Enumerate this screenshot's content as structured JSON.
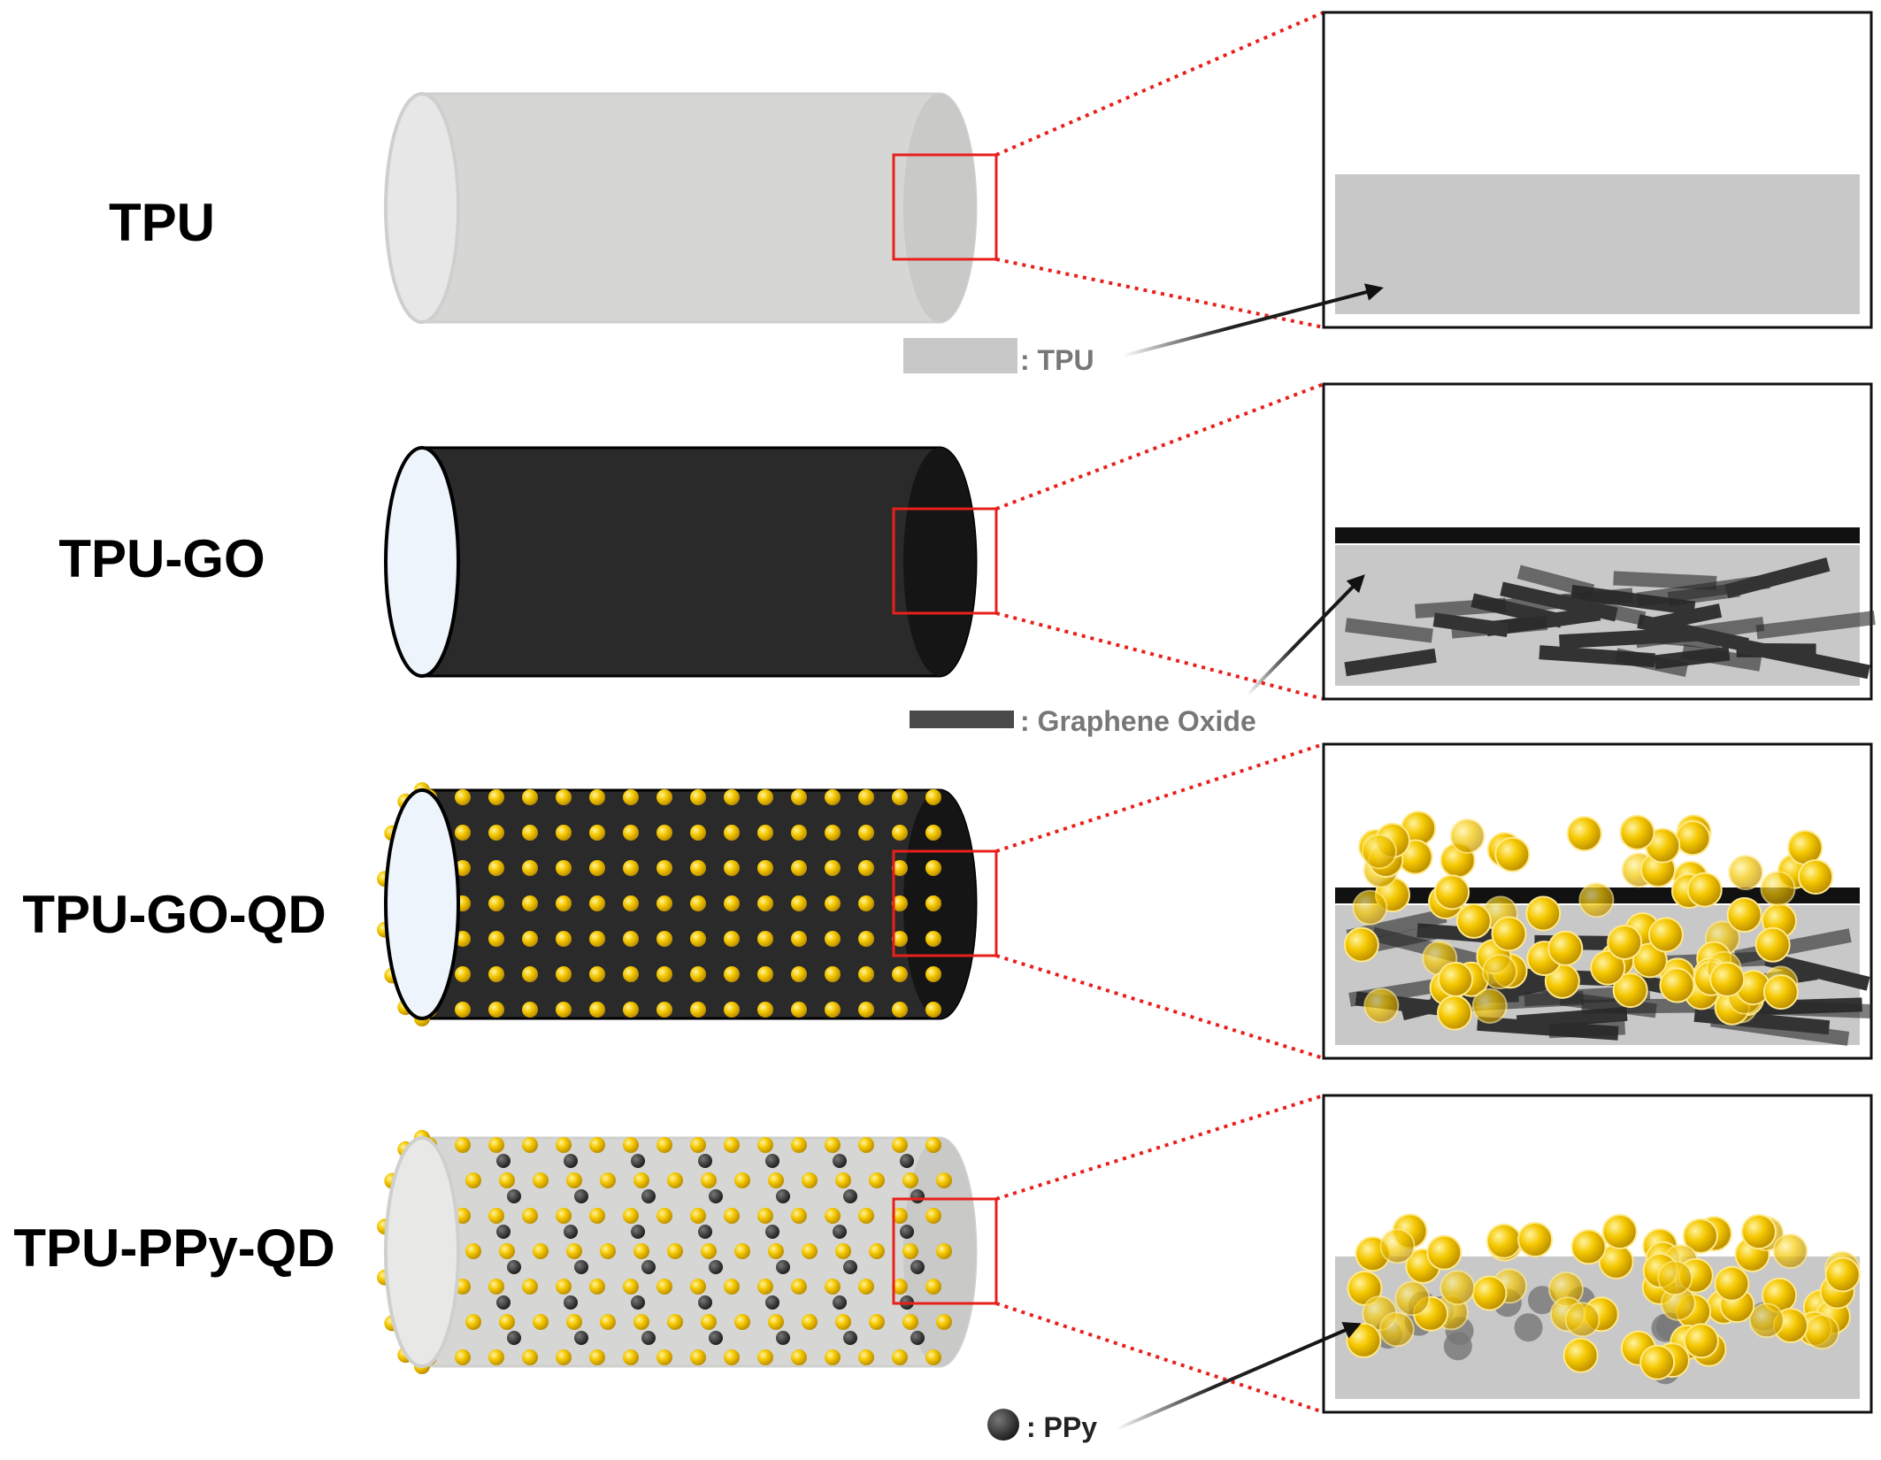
{
  "rows": [
    {
      "label": "TPU",
      "legend": ": TPU",
      "style": "tpu"
    },
    {
      "label": "TPU-GO",
      "legend": ": Graphene Oxide",
      "style": "go"
    },
    {
      "label": "TPU-GO-QD",
      "style": "goqd"
    },
    {
      "label": "TPU-PPy-QD",
      "legend": ": PPy",
      "style": "ppyqd"
    }
  ],
  "colors": {
    "tpu": "#d6d7d4",
    "go": "#2a2a2a",
    "qd": "#f2c200",
    "ppy": "#333333",
    "highlight": "#e8201c"
  }
}
